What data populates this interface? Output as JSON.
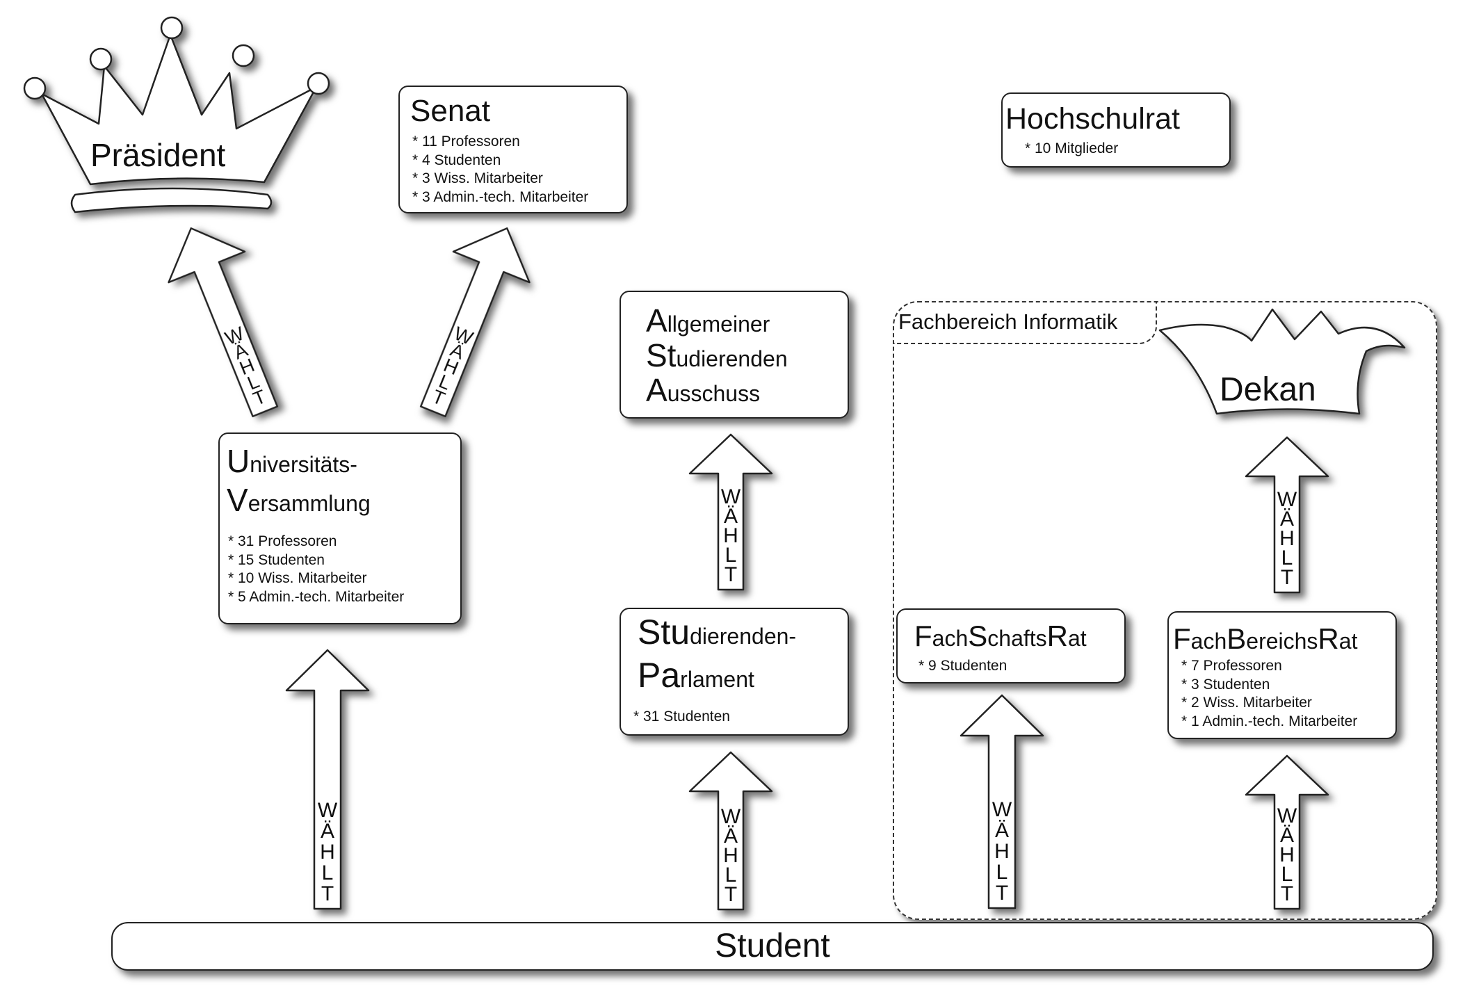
{
  "praesident": {
    "label": "Präsident"
  },
  "senat": {
    "title": "Senat",
    "members": [
      "* 11 Professoren",
      "* 4 Studenten",
      "* 3 Wiss. Mitarbeiter",
      "* 3 Admin.-tech. Mitarbeiter"
    ]
  },
  "hochschulrat": {
    "title": "Hochschulrat",
    "members": [
      "* 10 Mitglieder"
    ]
  },
  "asta": {
    "lines": [
      {
        "cap": "A",
        "rest": "llgemeiner"
      },
      {
        "cap": "St",
        "rest": "udierenden"
      },
      {
        "cap": "A",
        "rest": "usschuss"
      }
    ]
  },
  "uv": {
    "lines": [
      {
        "cap": "U",
        "rest": "niversitäts-"
      },
      {
        "cap": "V",
        "rest": "ersammlung"
      }
    ],
    "members": [
      "* 31 Professoren",
      "* 15 Studenten",
      "* 10 Wiss. Mitarbeiter",
      "* 5 Admin.-tech. Mitarbeiter"
    ]
  },
  "stupa": {
    "lines": [
      {
        "cap": "Stu",
        "rest": "dierenden-"
      },
      {
        "cap": "Pa",
        "rest": "rlament"
      }
    ],
    "members": [
      "* 31  Studenten"
    ]
  },
  "fachbereich": {
    "label": "Fachbereich Informatik"
  },
  "dekan": {
    "label": "Dekan"
  },
  "fsr": {
    "parts": [
      {
        "cap": "F",
        "rest": "ach"
      },
      {
        "cap": "S",
        "rest": "chafts"
      },
      {
        "cap": "R",
        "rest": "at"
      }
    ],
    "members": [
      "* 9 Studenten"
    ]
  },
  "fbr": {
    "parts": [
      {
        "cap": "F",
        "rest": "ach"
      },
      {
        "cap": "B",
        "rest": "ereichs"
      },
      {
        "cap": "R",
        "rest": "at"
      }
    ],
    "members": [
      "* 7 Professoren",
      "* 3 Studenten",
      "* 2 Wiss. Mitarbeiter",
      "* 1 Admin.-tech. Mitarbeiter"
    ]
  },
  "arrow_label": "WÄHLT",
  "student": {
    "label": "Student"
  }
}
